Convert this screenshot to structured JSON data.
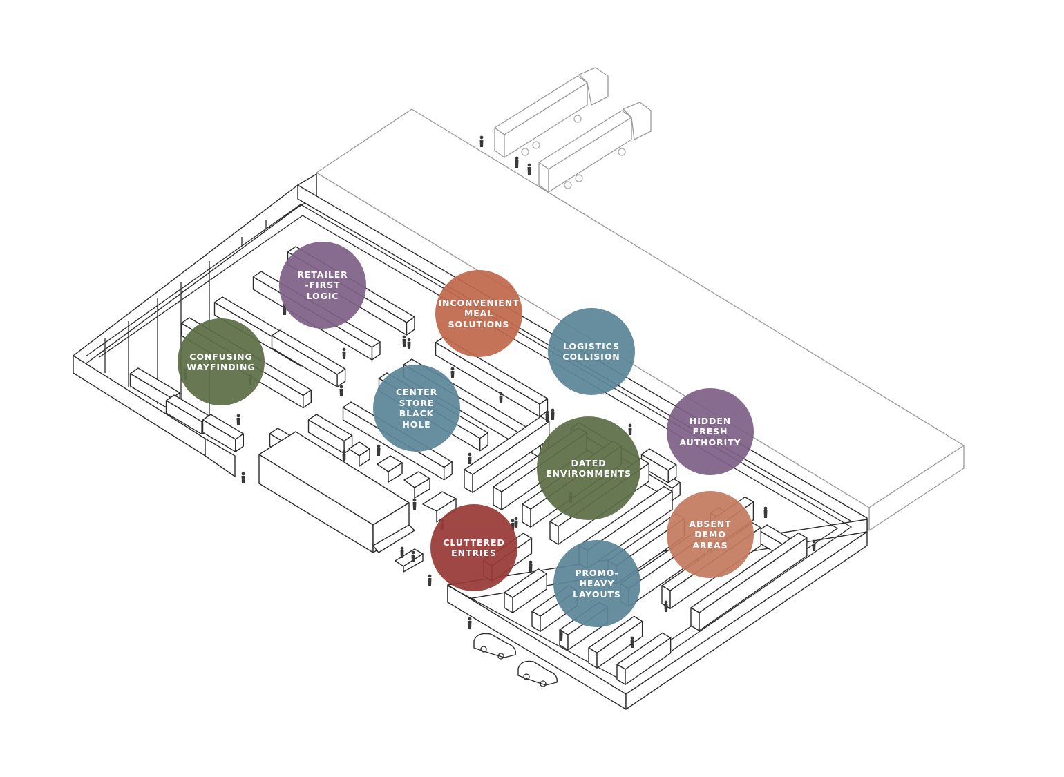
{
  "diagram": {
    "bubbles": [
      {
        "id": "retailer",
        "label": "RETAILER\n-FIRST\nLOGIC",
        "color": "#7f6187"
      },
      {
        "id": "meal",
        "label": "INCONVENIENT\nMEAL\nSOLUTIONS",
        "color": "#c1694c"
      },
      {
        "id": "logistics",
        "label": "LOGISTICS\nCOLLISION",
        "color": "#5c8698"
      },
      {
        "id": "wayfinding",
        "label": "CONFUSING\nWAYFINDING",
        "color": "#5d6e47"
      },
      {
        "id": "center",
        "label": "CENTER\nSTORE\nBLACK\nHOLE",
        "color": "#5c8698"
      },
      {
        "id": "fresh",
        "label": "HIDDEN\nFRESH\nAUTHORITY",
        "color": "#7f6187"
      },
      {
        "id": "dated",
        "label": "DATED\nENVIRONMENTS",
        "color": "#5d6e47"
      },
      {
        "id": "cluttered",
        "label": "CLUTTERED\nENTRIES",
        "color": "#983a36"
      },
      {
        "id": "demo",
        "label": "ABSENT DEMO\nAREAS",
        "color": "#c37b60"
      },
      {
        "id": "promo",
        "label": "PROMO-HEAVY\nLAYOUTS",
        "color": "#5c8698"
      }
    ]
  }
}
